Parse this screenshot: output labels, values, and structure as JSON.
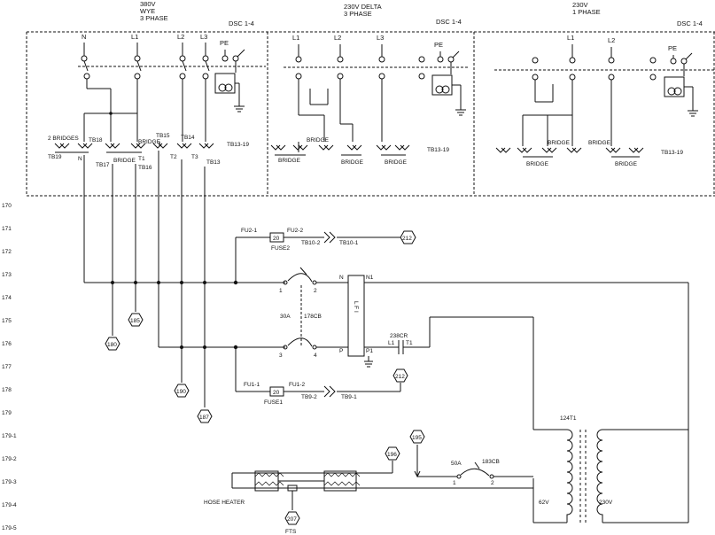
{
  "sections": [
    {
      "voltage": "380V",
      "config": "WYE",
      "phase": "3 PHASE",
      "dsc": "DSC 1-4",
      "lines": [
        "N",
        "L1",
        "L2",
        "L3"
      ],
      "pe": "PE",
      "tb": "TB13-19"
    },
    {
      "voltage": "230V DELTA",
      "config": "",
      "phase": "3 PHASE",
      "dsc": "DSC 1-4",
      "lines": [
        "L1",
        "L2",
        "L3"
      ],
      "pe": "PE",
      "tb": "TB13-19"
    },
    {
      "voltage": "230V",
      "config": "",
      "phase": "1 PHASE",
      "dsc": "DSC 1-4",
      "lines": [
        "L1",
        "L2"
      ],
      "pe": "PE",
      "tb": "TB13-19"
    }
  ],
  "sec1_labels": {
    "bridges2": "2 BRIDGES",
    "tb18": "TB18",
    "bridge": "BRIDGE",
    "tb15": "TB15",
    "tb14": "TB14",
    "tb19": "TB19",
    "n": "N",
    "tb17": "TB17",
    "bridge2": "BRIDGE",
    "t1": "T1",
    "tb16": "TB16",
    "t2": "T2",
    "t3": "T3",
    "tb13": "TB13"
  },
  "bridge_label": "BRIDGE",
  "row_numbers": [
    "170",
    "171",
    "172",
    "173",
    "174",
    "175",
    "176",
    "177",
    "178",
    "179",
    "179-1",
    "179-2",
    "179-3",
    "179-4",
    "179-5"
  ],
  "hexes": [
    "212",
    "180",
    "185",
    "190",
    "187",
    "212",
    "195",
    "196",
    "207"
  ],
  "labels": {
    "fu2_1": "FU2-1",
    "fu2_2": "FU2-2",
    "fuse2_val": "20",
    "fuse2": "FUSE2",
    "tb10_2": "TB10-2",
    "tb10_1": "TB10-1",
    "cb_1": "1",
    "cb_2": "2",
    "cb_3": "3",
    "cb_4": "4",
    "cb_rating": "30A",
    "cb_name": "178CB",
    "n_in": "N",
    "n1": "N1",
    "p_in": "P",
    "p1": "P1",
    "lfi": "L F I",
    "cr": "238CR",
    "l1": "L1",
    "t1": "T1",
    "fu1_1": "FU1-1",
    "fu1_2": "FU1-2",
    "fuse1_val": "20",
    "fuse1": "FUSE1",
    "tb9_2": "TB9-2",
    "tb9_1": "TB9-1",
    "transformer": "124T1",
    "v62": "62V",
    "v230": "230V",
    "cb2_rating": "50A",
    "cb2_name": "183CB",
    "cb2_1": "1",
    "cb2_2": "2",
    "hose_heater": "HOSE HEATER",
    "fts": "FTS"
  }
}
